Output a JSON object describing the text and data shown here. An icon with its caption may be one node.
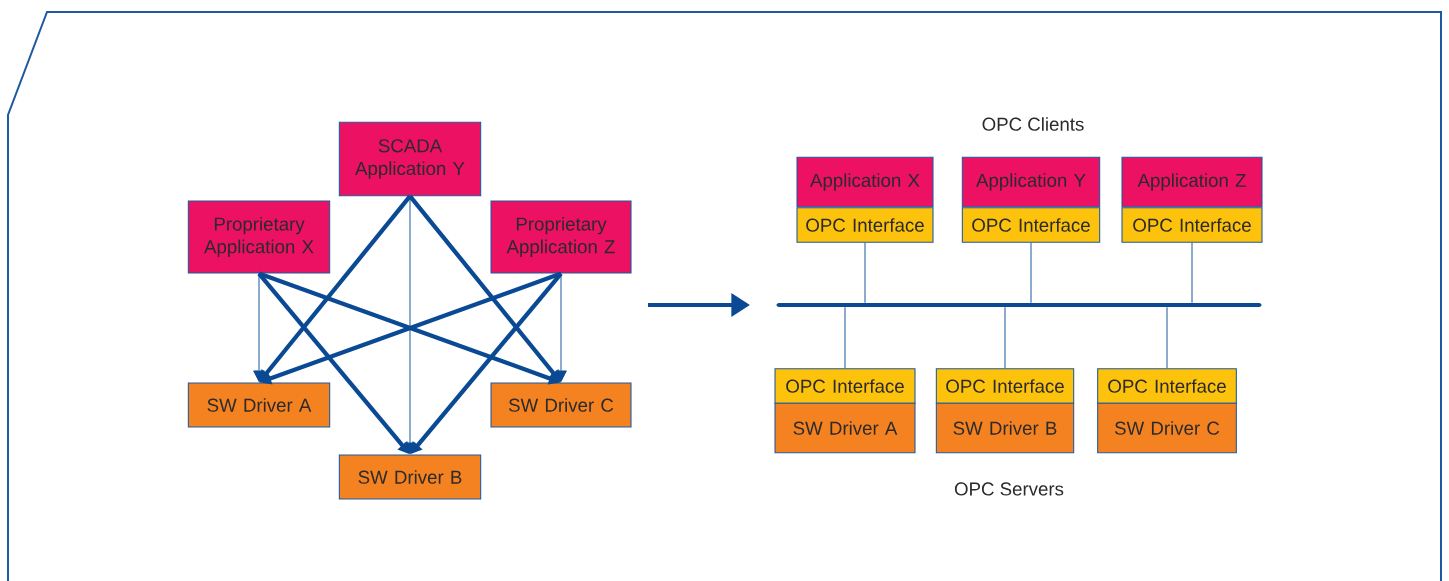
{
  "diagram": {
    "nodes": [
      {
        "text": [
          "Proprietary Application X"
        ]
      },
      {
        "text": [
          "SCADA Application Y"
        ]
      },
      {
        "text": [
          "Proprietary Application Z"
        ]
      },
      {
        "text": [
          "SW Driver A"
        ]
      },
      {
        "text": [
          "SW Driver B"
        ]
      },
      {
        "text": [
          "SW Driver C"
        ]
      },
      {
        "text": [
          "Application X"
        ]
      },
      {
        "text": [
          "OPC Interface"
        ]
      },
      {
        "text": [
          "Application Y"
        ]
      },
      {
        "text": [
          "OPC Interface"
        ]
      },
      {
        "text": [
          "Application Z"
        ]
      },
      {
        "text": [
          "OPC Interface"
        ]
      },
      {
        "text": [],
        "shape": "bar"
      },
      {
        "text": [
          "OPC Interface"
        ]
      },
      {
        "text": [
          "SW Driver A"
        ]
      },
      {
        "text": [
          "OPC Interface"
        ]
      },
      {
        "text": [
          "SW Driver B"
        ]
      },
      {
        "text": [
          "OPC Interface"
        ]
      },
      {
        "text": [
          "SW Driver C"
        ]
      }
    ],
    "edges": [
      {
        "from": 0,
        "to": 3,
        "arrow": "to"
      },
      {
        "from": 0,
        "to": 4,
        "arrow": "to",
        "style": "thick"
      },
      {
        "from": 0,
        "to": 5,
        "arrow": "to",
        "style": "thick"
      },
      {
        "from": 1,
        "to": 3,
        "arrow": "to",
        "style": "thick"
      },
      {
        "from": 1,
        "to": 4,
        "arrow": "to"
      },
      {
        "from": 1,
        "to": 5,
        "arrow": "to",
        "style": "thick"
      },
      {
        "from": 2,
        "to": 3,
        "arrow": "to",
        "style": "thick"
      },
      {
        "from": 2,
        "to": 4,
        "arrow": "to",
        "style": "thick"
      },
      {
        "from": 2,
        "to": 5,
        "arrow": "to"
      },
      {
        "from": 7,
        "to": 12,
        "arrow": "none"
      },
      {
        "from": 9,
        "to": 12,
        "arrow": "none"
      },
      {
        "from": 11,
        "to": 12,
        "arrow": "none"
      },
      {
        "from": 12,
        "to": 13,
        "arrow": "none"
      },
      {
        "from": 12,
        "to": 15,
        "arrow": "none"
      },
      {
        "from": 12,
        "to": 17,
        "arrow": "none"
      }
    ],
    "labels": [
      "OPC Clients",
      "OPC Servers"
    ]
  }
}
